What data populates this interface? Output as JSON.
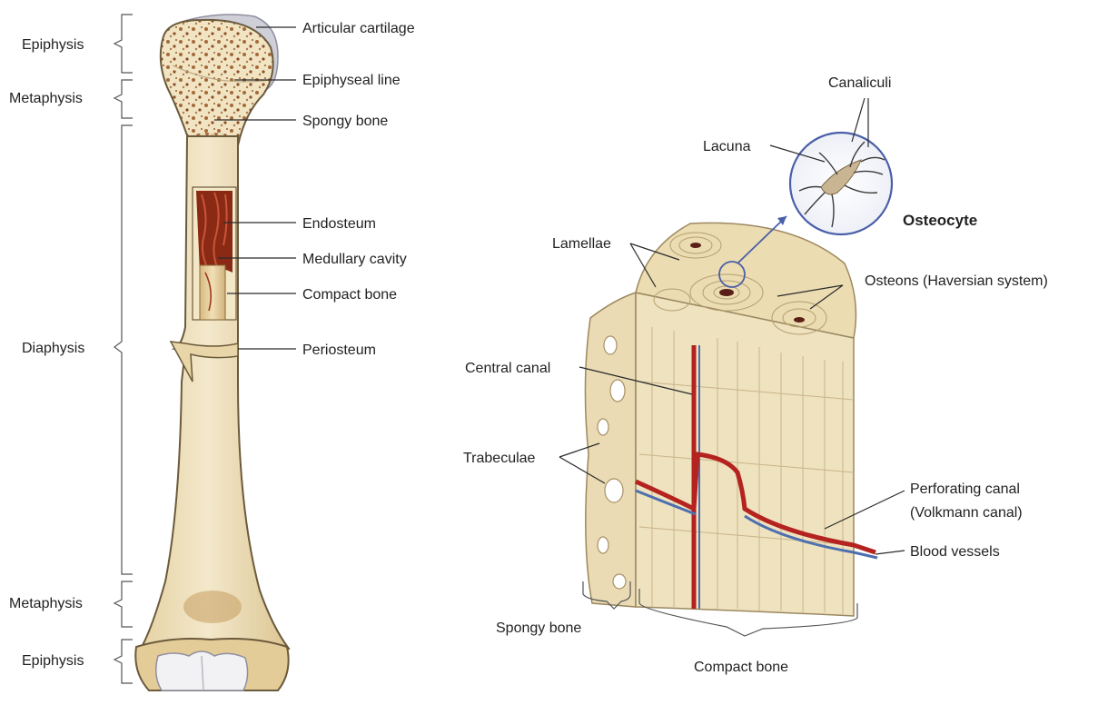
{
  "long_bone": {
    "regions": {
      "epiphysis_top": "Epiphysis",
      "metaphysis_top": "Metaphysis",
      "diaphysis": "Diaphysis",
      "metaphysis_bottom": "Metaphysis",
      "epiphysis_bottom": "Epiphysis"
    },
    "parts": {
      "articular_cartilage": "Articular cartilage",
      "epiphyseal_line": "Epiphyseal line",
      "spongy_bone": "Spongy bone",
      "endosteum": "Endosteum",
      "medullary_cavity": "Medullary cavity",
      "compact_bone": "Compact bone",
      "periosteum": "Periosteum"
    }
  },
  "bone_tissue": {
    "osteocyte_title": "Osteocyte",
    "canaliculi": "Canaliculi",
    "lacuna": "Lacuna",
    "lamellae": "Lamellae",
    "osteons": "Osteons (Haversian system)",
    "central_canal": "Central canal",
    "trabeculae": "Trabeculae",
    "perforating_canal_line1": "Perforating canal",
    "perforating_canal_line2": "(Volkmann canal)",
    "blood_vessels": "Blood vessels",
    "spongy_bone": "Spongy bone",
    "compact_bone": "Compact bone"
  },
  "colors": {
    "bone": "#efe2bf",
    "bone_shade": "#d9c48e",
    "marrow": "#8a2a14",
    "cartilage": "#d4d4dc",
    "artery": "#b4231f",
    "vein": "#4d6fb0",
    "arrow": "#4a5fa8"
  }
}
